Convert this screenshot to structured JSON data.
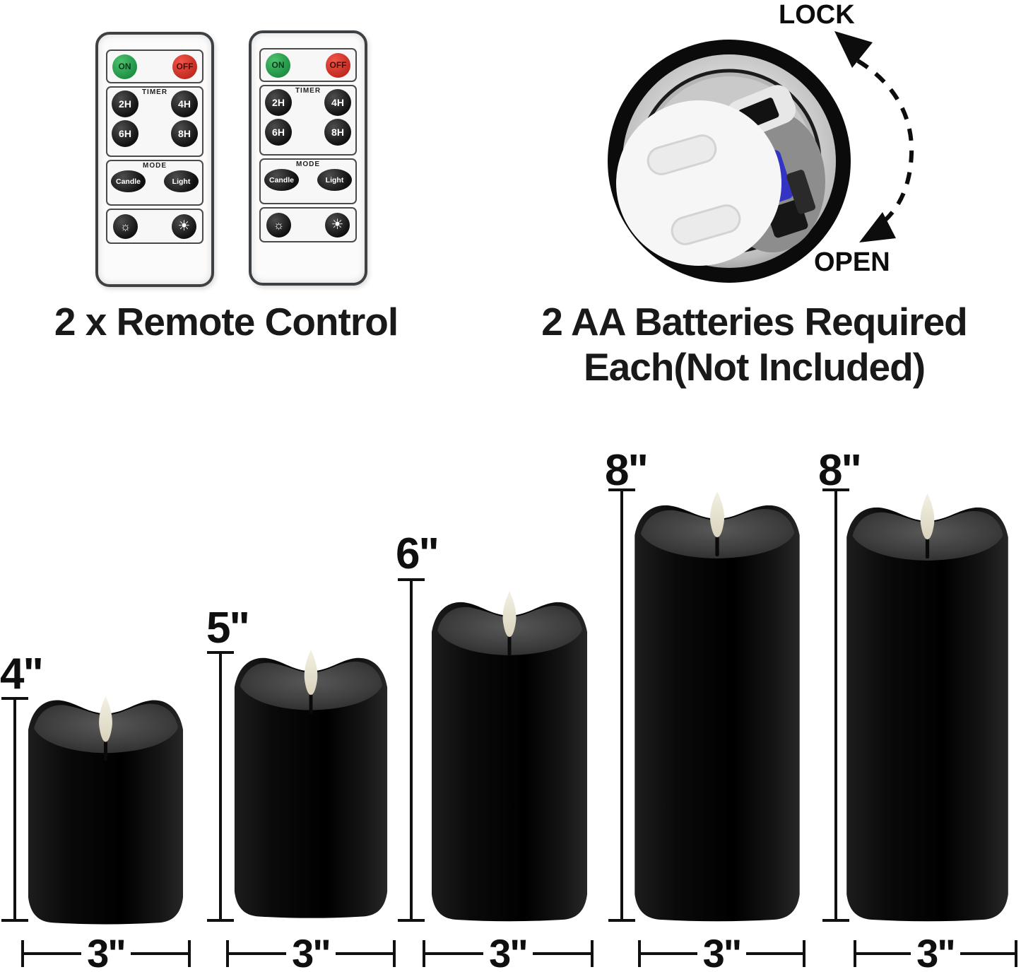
{
  "remote_section": {
    "caption": "2 x Remote Control",
    "remotes": [
      {
        "on_label": "ON",
        "off_label": "OFF",
        "timer_title": "TIMER",
        "timer_buttons": [
          "2H",
          "4H",
          "6H",
          "8H"
        ],
        "mode_title": "MODE",
        "mode_buttons": [
          "Candle",
          "Light"
        ],
        "dim_icon": "☼",
        "bright_icon": "☀"
      },
      {
        "on_label": "ON",
        "off_label": "OFF",
        "timer_title": "TIMER",
        "timer_buttons": [
          "2H",
          "4H",
          "6H",
          "8H"
        ],
        "mode_title": "MODE",
        "mode_buttons": [
          "Candle",
          "Light"
        ],
        "dim_icon": "☼",
        "bright_icon": "☀"
      }
    ]
  },
  "battery_section": {
    "lock_label": "LOCK",
    "open_label": "OPEN",
    "caption_line1": "2 AA Batteries Required",
    "caption_line2": "Each(Not Included)"
  },
  "candles": [
    {
      "height_label": "4\"",
      "width_label": "3\""
    },
    {
      "height_label": "5\"",
      "width_label": "3\""
    },
    {
      "height_label": "6\"",
      "width_label": "3\""
    },
    {
      "height_label": "8\"",
      "width_label": "3\""
    },
    {
      "height_label": "8\"",
      "width_label": "3\""
    }
  ],
  "colors": {
    "on_button_green": "#2fa04e",
    "off_button_red": "#d63b30",
    "candle_body": "#0a0a0a",
    "flame_ivory": "#ece7d6",
    "annotation_black": "#101010"
  }
}
